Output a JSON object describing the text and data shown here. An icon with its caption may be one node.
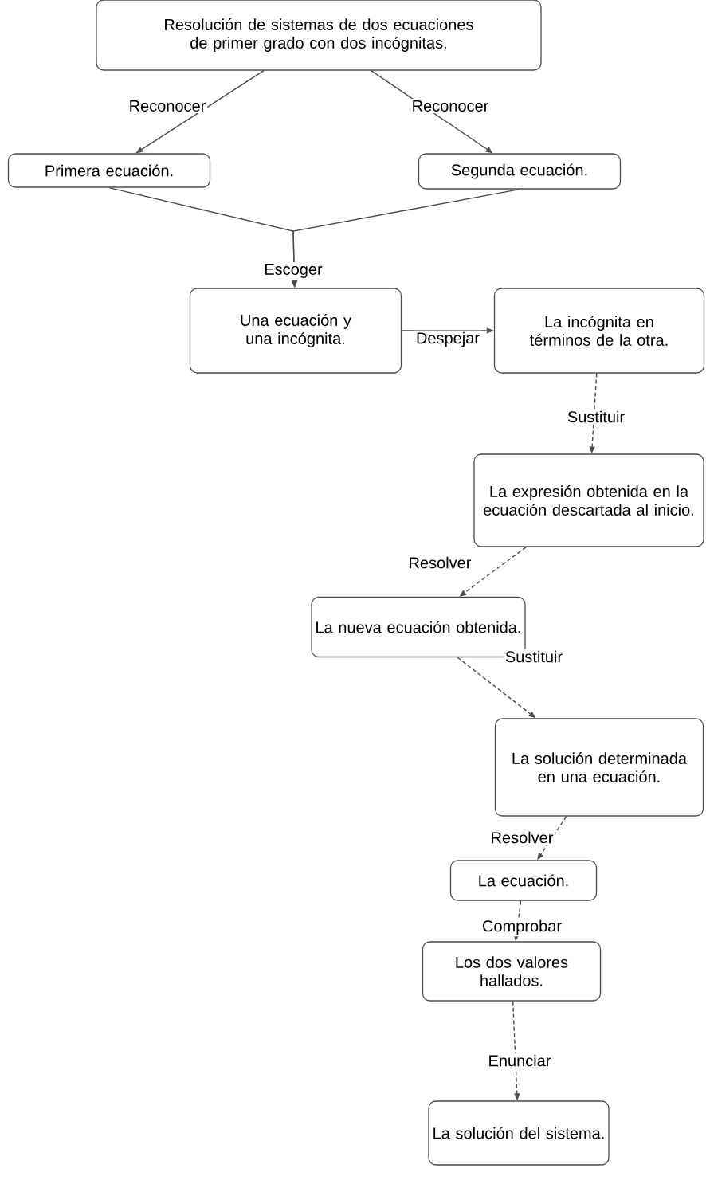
{
  "diagram": {
    "nodes": [
      {
        "text": [
          "Resolución de sistemas de dos ecuaciones de primer grado con dos incógnitas."
        ]
      },
      {
        "text": [
          "Primera ecuación."
        ]
      },
      {
        "text": [
          "Segunda ecuación."
        ]
      },
      {
        "text": [
          "Una ecuación y una incógnita."
        ]
      },
      {
        "text": [
          "La incógnita en términos de la otra."
        ]
      },
      {
        "text": [
          "La expresión obtenida en la ecuación descartada al inicio."
        ]
      },
      {
        "text": [
          "La nueva ecuación obtenida."
        ]
      },
      {
        "text": [
          "La solución determinada en una ecuación."
        ]
      },
      {
        "text": [
          "La ecuación."
        ]
      },
      {
        "text": [
          "Los dos valores hallados."
        ]
      },
      {
        "text": [
          "La solución del sistema."
        ]
      }
    ],
    "edges": [
      {
        "from": 0,
        "to": 1,
        "arrow": "to",
        "label": "Reconocer"
      },
      {
        "from": 0,
        "to": 2,
        "arrow": "to",
        "label": "Reconocer"
      },
      {
        "from": 1,
        "to": 3,
        "arrow": "to",
        "label": "Escoger"
      },
      {
        "from": 2,
        "to": 3,
        "arrow": "to"
      },
      {
        "from": 3,
        "to": 4,
        "arrow": "to",
        "label": "Despejar"
      },
      {
        "from": 4,
        "to": 5,
        "arrow": "to",
        "label": "Sustituir",
        "style": "dashed"
      },
      {
        "from": 5,
        "to": 6,
        "arrow": "to",
        "label": "Resolver",
        "style": "dashed"
      },
      {
        "from": 6,
        "to": 7,
        "arrow": "to",
        "label": "Sustituir",
        "style": "dashed"
      },
      {
        "from": 7,
        "to": 8,
        "arrow": "to",
        "label": "Resolver",
        "style": "dashed"
      },
      {
        "from": 8,
        "to": 9,
        "arrow": "to",
        "label": "Comprobar",
        "style": "dashed"
      },
      {
        "from": 9,
        "to": 10,
        "arrow": "to",
        "label": "Enunciar",
        "style": "dashed"
      }
    ]
  }
}
